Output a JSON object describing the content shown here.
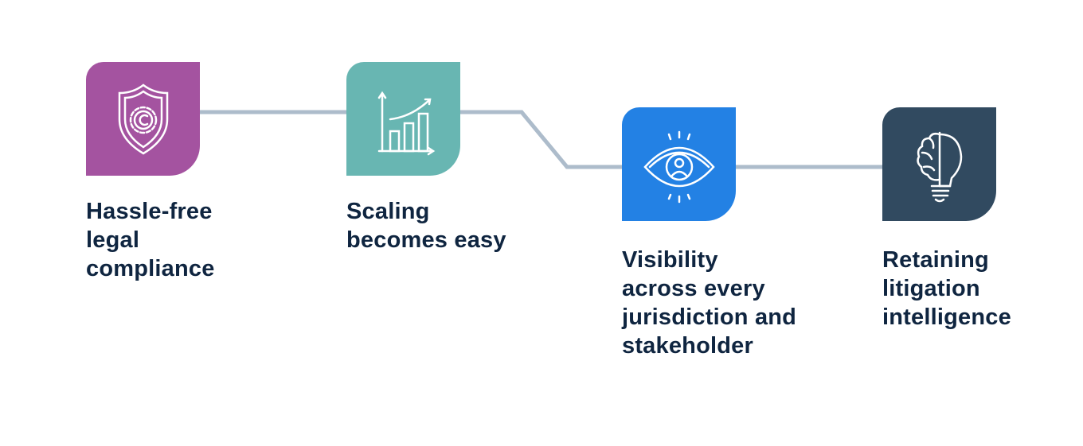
{
  "steps": [
    {
      "label": "Hassle-free legal compliance",
      "icon": "shield-copyright-gear-icon",
      "color": "#a453a0"
    },
    {
      "label": "Scaling becomes easy",
      "icon": "growth-chart-icon",
      "color": "#68b6b2"
    },
    {
      "label": "Visibility across every jurisdiction and stakeholder",
      "icon": "eye-person-icon",
      "color": "#2381e4"
    },
    {
      "label": "Retaining litigation intelligence",
      "icon": "brain-lightbulb-icon",
      "color": "#314a60"
    }
  ],
  "connector_color": "#adbccb",
  "text_color": "#0f2540"
}
